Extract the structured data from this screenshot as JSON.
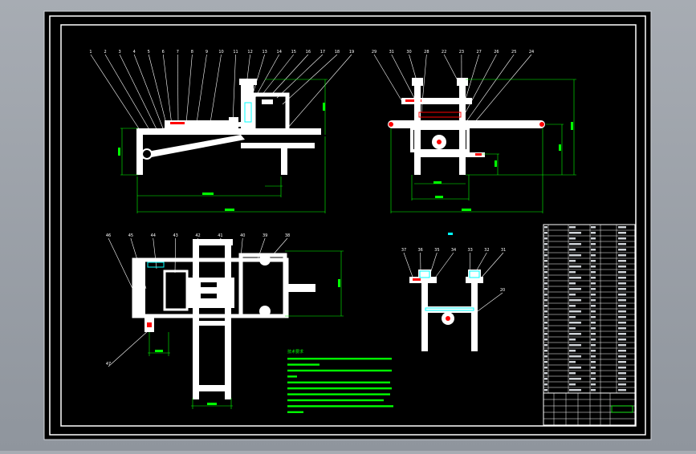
{
  "colors": {
    "viewport_bg": "#9aa0a8",
    "paper": "#000000",
    "frame": "#ffffff",
    "part": "#ffffff",
    "dimension": "#00ff00",
    "section_hatch": "#00ffff",
    "accent": "#ff0000",
    "leader": "#ffffff"
  },
  "notes": {
    "mark": "技术要求"
  },
  "balloons": {
    "front_top": [
      "1",
      "2",
      "3",
      "4",
      "5",
      "6",
      "7",
      "8",
      "9",
      "10",
      "11",
      "12",
      "13",
      "14",
      "15",
      "16",
      "17",
      "18",
      "19"
    ],
    "side_top": [
      "29",
      "31",
      "30",
      "28",
      "22",
      "23",
      "27",
      "26",
      "25",
      "24"
    ],
    "plan_top": [
      "46",
      "45",
      "44",
      "43",
      "42",
      "41",
      "40",
      "39",
      "38"
    ],
    "plan_bottom": [
      "47"
    ],
    "section_top": [
      "37",
      "36",
      "35",
      "34",
      "33",
      "32",
      "31"
    ],
    "section_side": [
      "20"
    ]
  },
  "icons": [
    "reducer-motor-icon",
    "handwheel-icon",
    "gripper-jaw-icon"
  ]
}
